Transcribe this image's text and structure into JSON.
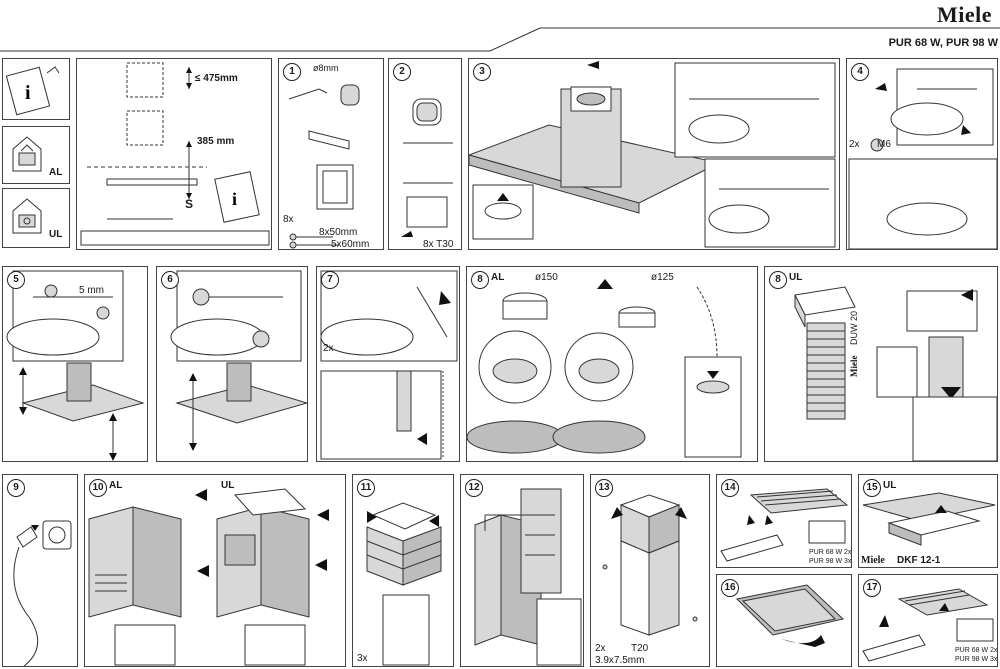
{
  "header": {
    "brand": "Miele",
    "models": "PUR 68 W, PUR 98 W"
  },
  "intro": {
    "dim_top": "≤ 475mm",
    "dim_mid": "385 mm",
    "s_label": "S",
    "al_label": "AL",
    "ul_label": "UL"
  },
  "steps": {
    "s1": {
      "num": "1",
      "dia": "ø8mm",
      "qty": "8x",
      "screw1": "8x50mm",
      "screw2": "5x60mm"
    },
    "s2": {
      "num": "2",
      "bits": "8x T30"
    },
    "s3": {
      "num": "3"
    },
    "s4": {
      "num": "4",
      "nut": "2x",
      "nut_size": "M6"
    },
    "s5": {
      "num": "5",
      "gap": "5 mm"
    },
    "s6": {
      "num": "6"
    },
    "s7": {
      "num": "7",
      "qty": "2x"
    },
    "s8a": {
      "num": "8",
      "mode": "AL",
      "d1": "ø150",
      "d2": "ø125"
    },
    "s8b": {
      "num": "8",
      "mode": "UL",
      "brand": "Miele",
      "model": "DUW 20"
    },
    "s9": {
      "num": "9"
    },
    "s10": {
      "num": "10",
      "al": "AL",
      "ul": "UL"
    },
    "s11": {
      "num": "11",
      "qty": "3x"
    },
    "s12": {
      "num": "12"
    },
    "s13": {
      "num": "13",
      "qty": "2x",
      "bit": "T20",
      "screw": "3.9x7.5mm"
    },
    "s14": {
      "num": "14",
      "note1": "PUR 68 W 2x",
      "note2": "PUR 98 W 3x"
    },
    "s15": {
      "num": "15",
      "mode": "UL",
      "brand": "Miele",
      "model": "DKF 12-1"
    },
    "s16": {
      "num": "16"
    },
    "s17": {
      "num": "17",
      "note1": "PUR 68 W 2x",
      "note2": "PUR 98 W 3x"
    }
  }
}
